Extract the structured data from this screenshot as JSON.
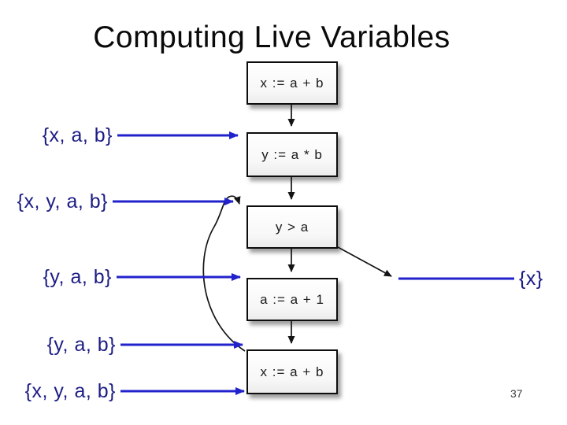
{
  "title": "Computing Live Variables",
  "page_number": "37",
  "cfg": {
    "nodes": [
      {
        "id": "n1",
        "label": "x := a + b"
      },
      {
        "id": "n2",
        "label": "y := a * b"
      },
      {
        "id": "n3",
        "label": "y > a"
      },
      {
        "id": "n4",
        "label": "a := a + 1"
      },
      {
        "id": "n5",
        "label": "x := a + b"
      }
    ],
    "edges": [
      "n1->n2",
      "n2->n3",
      "n3->n4",
      "n4->n5",
      "n5->n3 (loop back)",
      "n3->exit"
    ]
  },
  "annotations": {
    "left": [
      {
        "text": "{x, a, b}"
      },
      {
        "text": "{x, y, a, b}"
      },
      {
        "text": "{y, a, b}"
      },
      {
        "text": "{y, a, b}"
      },
      {
        "text": "{x, y, a, b}"
      }
    ],
    "right": {
      "text": "{x}"
    }
  },
  "colors": {
    "annotation_blue": "#2222cc",
    "label_navy": "#1c1c84",
    "edge_black": "#141414"
  }
}
